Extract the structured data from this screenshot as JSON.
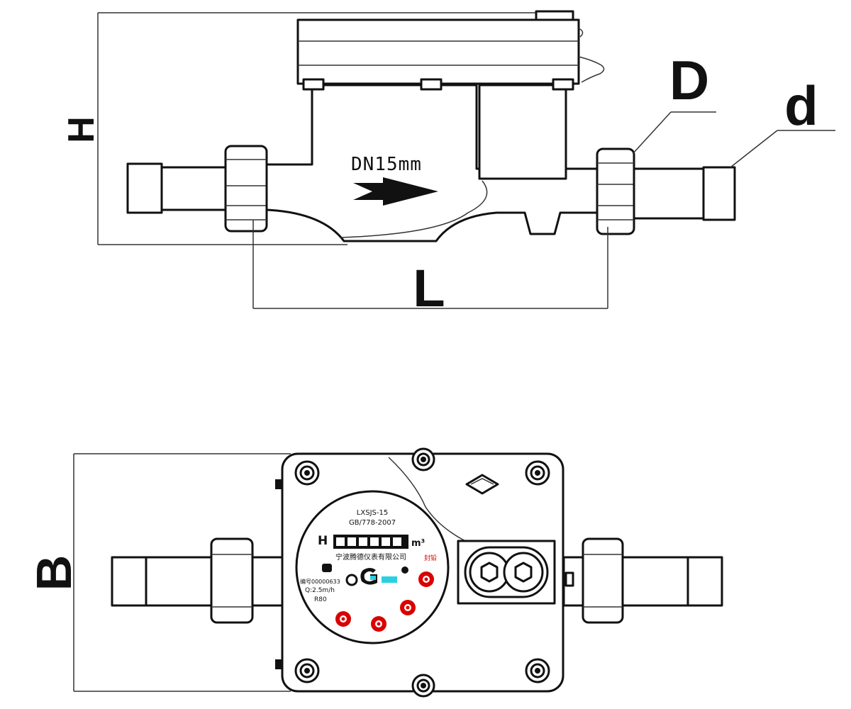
{
  "labels": {
    "height": "H",
    "nut_diameter": "D",
    "pipe_diameter": "d",
    "length": "L",
    "width": "B",
    "nominal_diameter": "DN15mm"
  },
  "dial": {
    "model": "LXSJS-15",
    "standard": "GB/778-2007",
    "h_mark": "H",
    "unit": "m³",
    "manufacturer": "宁波腾德仪表有限公司",
    "red_label": "封铅",
    "serial": "编号00000633",
    "flow": "Q:2.5m/h",
    "class": "R80"
  },
  "colors": {
    "line": "#111111",
    "accent_red": "#d90000",
    "accent_cyan": "#2ad0e0",
    "background": "#ffffff"
  }
}
